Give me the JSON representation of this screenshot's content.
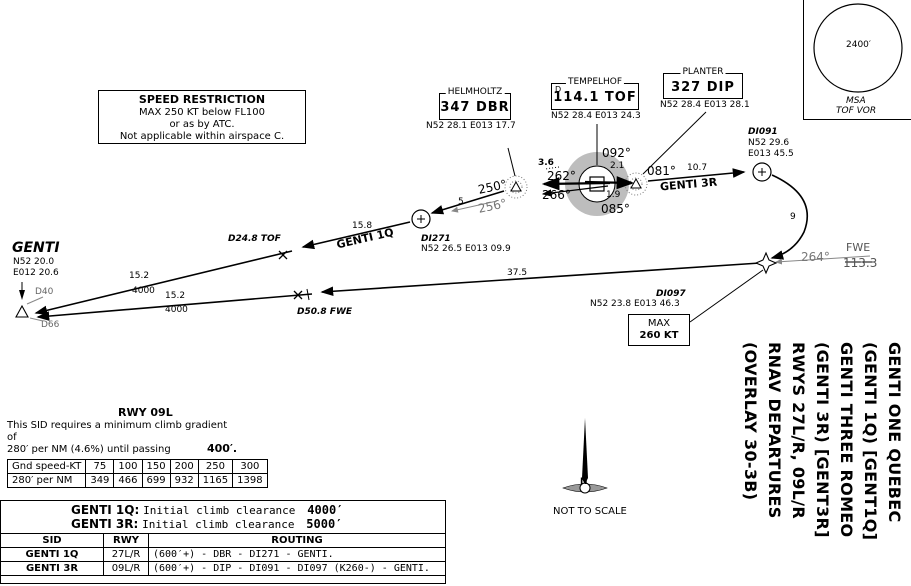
{
  "speed_restriction": {
    "title": "SPEED RESTRICTION",
    "lines": [
      "MAX 250 KT below FL100",
      "or as by ATC.",
      "Not applicable within airspace C."
    ]
  },
  "navaids": [
    {
      "id": "helmholtz",
      "name": "HELMHOLTZ",
      "freq": "347 DBR",
      "coord": "N52 28.1 E013 17.7"
    },
    {
      "id": "tempelhof",
      "name": "TEMPELHOF",
      "prefix": "D",
      "freq": "114.1 TOF",
      "coord": "N52 28.4 E013 24.3"
    },
    {
      "id": "planter",
      "name": "PLANTER",
      "freq": "327 DIP",
      "coord": "N52 28.4 E013 28.1"
    }
  ],
  "fixes": {
    "genti": {
      "name": "GENTI",
      "coord1": "N52 20.0",
      "coord2": "E012 20.6",
      "r1": "D40",
      "r2": "D66"
    },
    "di271": {
      "name": "DI271",
      "coord": "N52 26.5 E013 09.9"
    },
    "di091": {
      "name": "DI091",
      "coord1": "N52 29.6",
      "coord2": "E013 45.5"
    },
    "di097": {
      "name": "DI097",
      "coord": "N52 23.8 E013 46.3"
    },
    "d248": {
      "name": "D24.8 TOF"
    },
    "d508": {
      "name": "D50.8 FWE"
    }
  },
  "legs": {
    "genti_1q_label": "GENTI 1Q",
    "genti_3r_label": "GENTI 3R",
    "dist_158": "15.8",
    "dist_152a": "15.2",
    "alt_4000a": "4000",
    "dist_152b": "15.2",
    "alt_4000b": "4000",
    "dist_375": "37.5",
    "dist_107": "10.7",
    "dist_36": "3.6",
    "dist_21": "2.1",
    "dist_19": "1.9",
    "dist_5": "5",
    "dist_9": "9",
    "brg_250": "250°",
    "brg_256": "256°",
    "brg_262": "262°",
    "brg_266": "266°",
    "brg_092": "092°",
    "brg_085": "085°",
    "brg_081": "081°",
    "brg_264": "264°"
  },
  "fwe": {
    "name": "FWE",
    "freq": "113.3"
  },
  "max_speed": {
    "line1": "MAX",
    "line2": "260 KT"
  },
  "msa": {
    "alt": "2400′",
    "line1": "MSA",
    "line2": "TOF VOR"
  },
  "title_lines": [
    "GENTI ONE QUEBEC",
    "(GENTI 1Q) [GENT1Q]",
    "GENTI THREE ROMEO",
    "(GENTI 3R) [GENT3R]",
    "RWYS 27L/R, 09L/R",
    "RNAV DEPARTURES",
    "(OVERLAY 30-3B)"
  ],
  "climb": {
    "heading": "RWY 09L",
    "line1": "This SID requires a minimum climb gradient",
    "line2": "of",
    "line3": "280′ per NM (4.6%) until passing",
    "line3_value": "400′.",
    "table": {
      "row1": [
        "Gnd speed-KT",
        "75",
        "100",
        "150",
        "200",
        "250",
        "300"
      ],
      "row2": [
        "280′ per NM",
        "349",
        "466",
        "699",
        "932",
        "1165",
        "1398"
      ]
    }
  },
  "not_to_scale": "NOT TO SCALE",
  "north": "N",
  "clearance": {
    "row1_sid": "GENTI 1Q:",
    "row1_text": "Initial climb clearance",
    "row1_alt": "4000′",
    "row2_sid": "GENTI 3R:",
    "row2_text": "Initial climb clearance",
    "row2_alt": "5000′"
  },
  "routing_table": {
    "headers": [
      "SID",
      "RWY",
      "ROUTING"
    ],
    "rows": [
      [
        "GENTI 1Q",
        "27L/R",
        "(600′+) - DBR - DI271 - GENTI."
      ],
      [
        "GENTI 3R",
        "09L/R",
        "(600′+) - DIP - DI091 - DI097 (K260-) - GENTI."
      ]
    ]
  }
}
